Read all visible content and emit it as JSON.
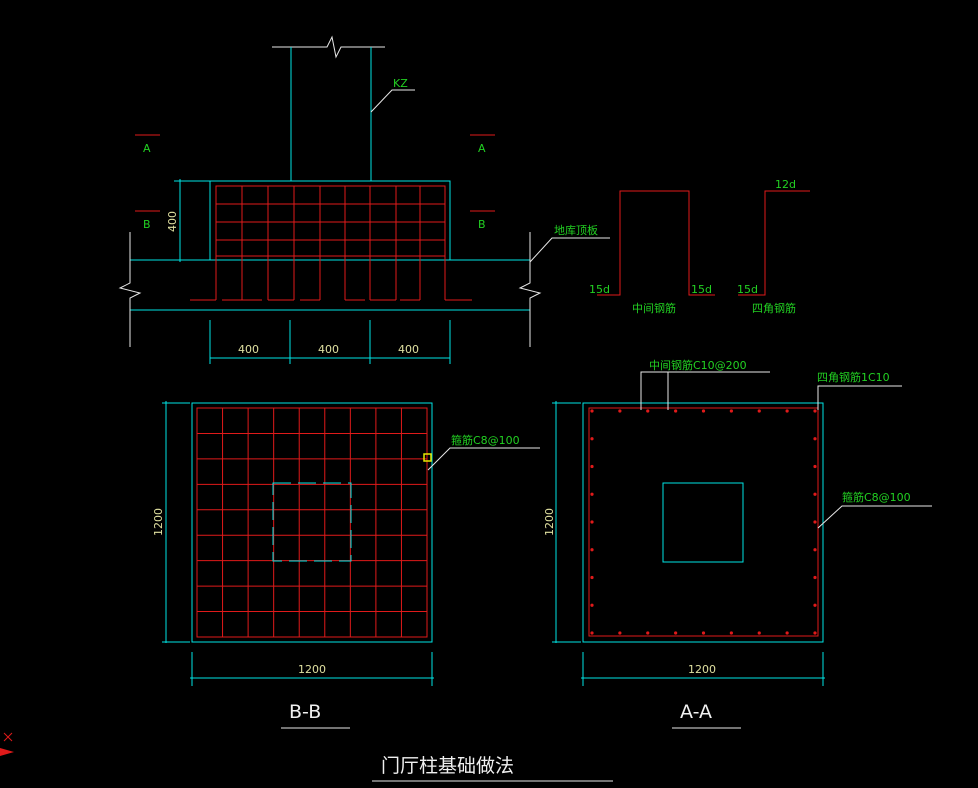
{
  "elevation": {
    "column_label": "KZ",
    "section_a_left": "A",
    "section_a_right": "A",
    "section_b_left": "B",
    "section_b_right": "B",
    "height_dim": "400",
    "slab_label": "地库顶板",
    "width_dims": [
      "400",
      "400",
      "400"
    ]
  },
  "rebar_details": {
    "middle_left": "15d",
    "middle_right": "15d",
    "middle_name": "中间钢筋",
    "corner_top": "12d",
    "corner_left": "15d",
    "corner_name": "四角钢筋"
  },
  "section_bb": {
    "stirrup_label": "箍筋C8@100",
    "dim_vertical": "1200",
    "dim_horizontal": "1200",
    "title": "B-B"
  },
  "section_aa": {
    "middle_bar_label": "中间钢筋C10@200",
    "corner_bar_label": "四角钢筋1C10",
    "stirrup_label": "箍筋C8@100",
    "dim_vertical": "1200",
    "dim_horizontal": "1200",
    "title": "A-A"
  },
  "drawing_title": "门厅柱基础做法",
  "colors": {
    "outline": "#00e5e5",
    "rebar": "#e01a1a",
    "text_green": "#22d022",
    "dim_text": "#e0e0a0",
    "background": "#000000"
  }
}
